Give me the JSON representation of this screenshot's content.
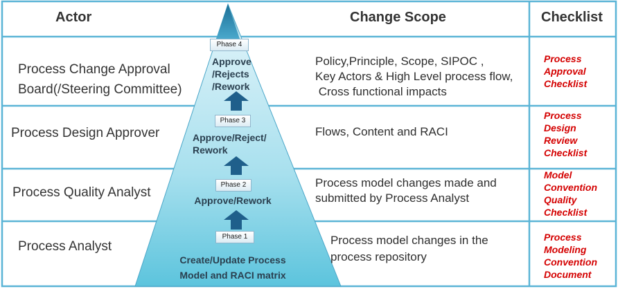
{
  "headers": {
    "actor": "Actor",
    "scope": "Change Scope",
    "checklist": "Checklist"
  },
  "rows": [
    {
      "actor": [
        "Process Change Approval",
        "Board(/Steering Committee)"
      ],
      "phase": "Phase 4",
      "action": [
        "Approve",
        "/Rejects",
        "/Rework"
      ],
      "scope": [
        "Policy,Principle,  Scope, SIPOC ,",
        "Key Actors & High Level process flow,",
        " Cross functional impacts"
      ],
      "checklist": [
        "Process",
        "Approval",
        "Checklist"
      ]
    },
    {
      "actor": [
        "Process Design Approver"
      ],
      "phase": "Phase 3",
      "action": [
        "Approve/Reject/",
        "Rework"
      ],
      "scope": [
        "Flows, Content and RACI"
      ],
      "checklist": [
        "Process",
        "Design",
        "Review",
        "Checklist"
      ]
    },
    {
      "actor": [
        "Process Quality Analyst"
      ],
      "phase": "Phase 2",
      "action": [
        "Approve/Rework"
      ],
      "scope": [
        "Process model changes made and",
        "submitted by Process Analyst"
      ],
      "checklist": [
        "Model",
        "Convention",
        "Quality",
        "Checklist"
      ]
    },
    {
      "actor": [
        "Process Analyst"
      ],
      "phase": "Phase 1",
      "action": [
        "Create/Update Process",
        "Model and RACI matrix"
      ],
      "scope": [
        "Process model changes in the",
        "process repository"
      ],
      "checklist": [
        "Process",
        "Modeling",
        "Convention",
        "Document"
      ]
    }
  ],
  "colors": {
    "grid": "#5ab4d6",
    "checklist_text": "#d40000",
    "pyramid_top": "#e9f7fb",
    "pyramid_bottom": "#5bc3dc",
    "arrow": "#1f5f8b"
  }
}
